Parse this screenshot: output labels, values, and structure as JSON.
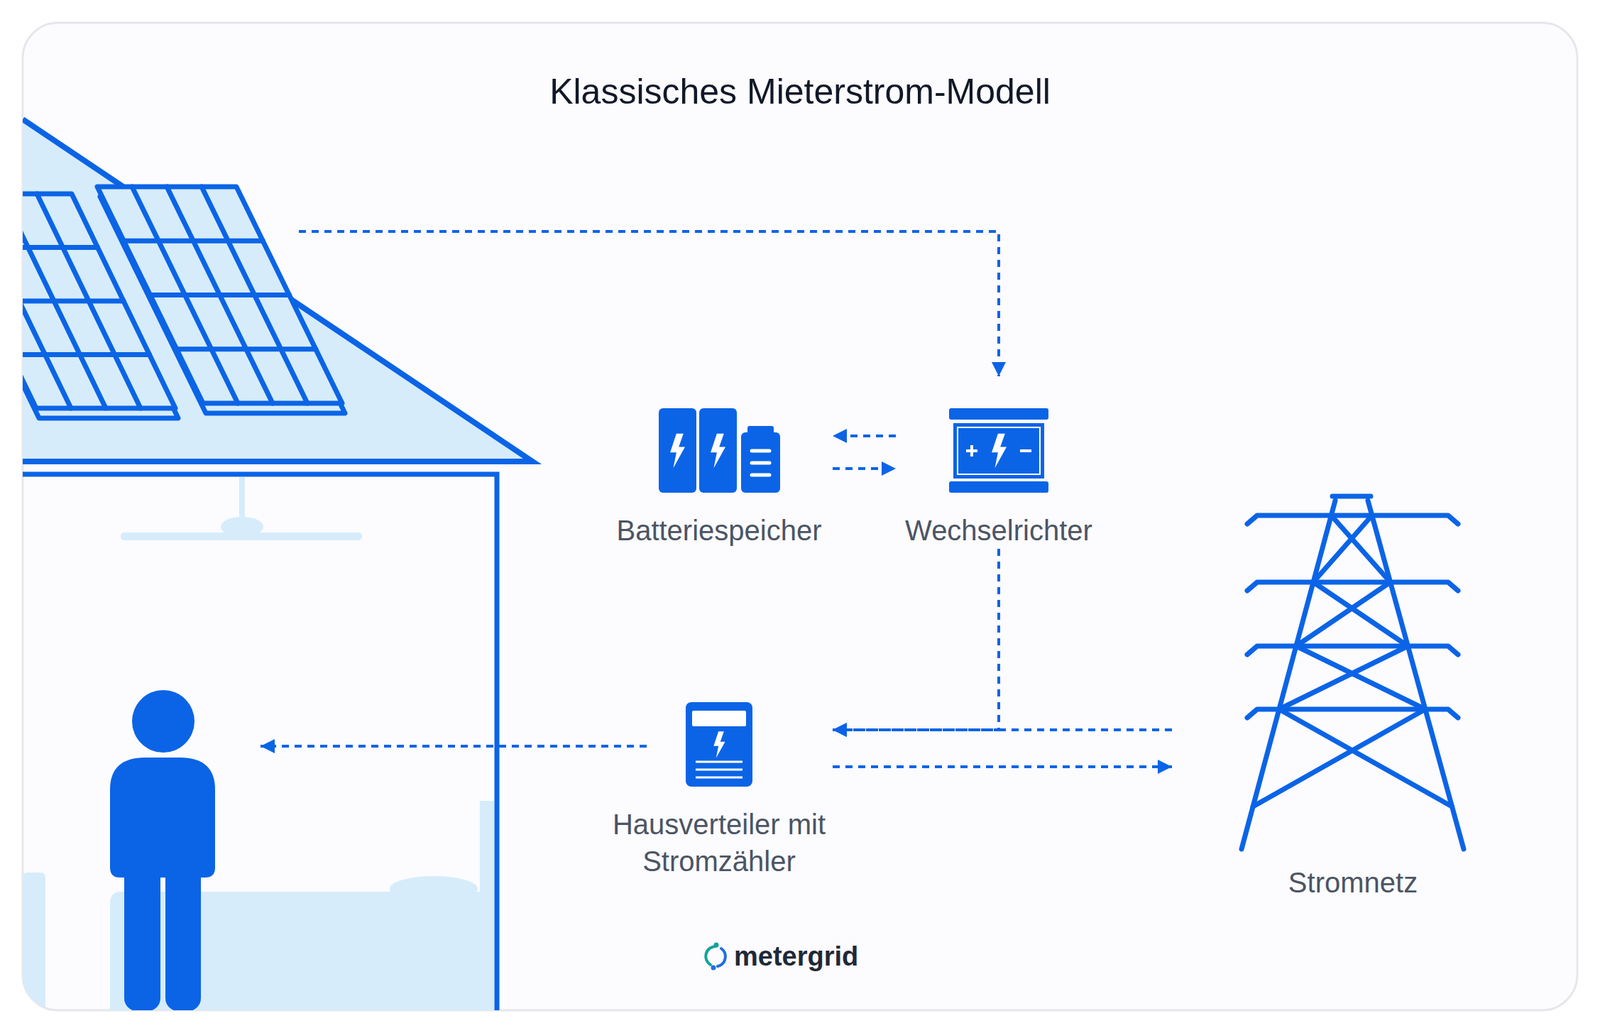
{
  "diagram": {
    "title": "Klassisches Mieterstrom-Modell",
    "nodes": [
      {
        "text": [
          "Batteriespeicher"
        ]
      },
      {
        "text": [
          "Wechselrichter"
        ]
      },
      {
        "text": [
          "Hausverteiler mit Stromzähler"
        ]
      },
      {
        "text": [
          "Stromnetz"
        ]
      }
    ],
    "edges": [
      {
        "from": 0,
        "to": 1,
        "arrow": "to"
      },
      {
        "from": 1,
        "to": 0,
        "arrow": "to"
      },
      {
        "from": 1,
        "to": 2,
        "arrow": "to"
      },
      {
        "from": 3,
        "to": 2,
        "arrow": "to"
      },
      {
        "from": 2,
        "to": 3,
        "arrow": "to"
      }
    ],
    "labels": [
      "metergrid"
    ]
  }
}
